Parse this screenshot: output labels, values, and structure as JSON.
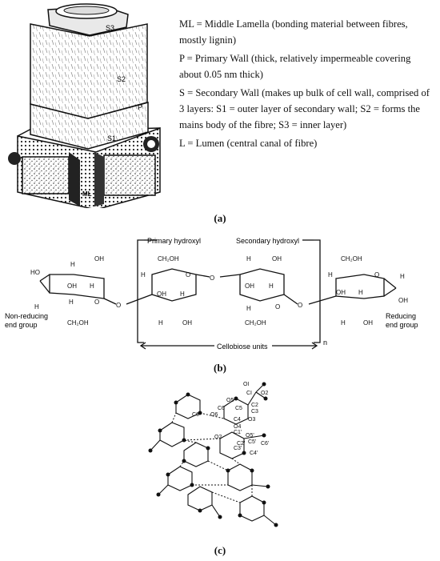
{
  "panel_a": {
    "caption": "(a)",
    "layer_labels": {
      "s3": "S3",
      "s2": "S2",
      "p": "P",
      "s1": "S1",
      "ml": "ML"
    },
    "legend": [
      "ML = Middle Lamella (bonding material between fibres, mostly lignin)",
      "P = Primary Wall (thick, relatively impermeable covering about 0.05 nm thick)",
      "S = Secondary Wall (makes up bulk of cell wall, comprised of 3 layers: S1 = outer layer of secondary wall; S2 = forms the mains body of the fibre; S3 = inner layer)",
      "L = Lumen (central canal of fibre)"
    ]
  },
  "panel_b": {
    "caption": "(b)",
    "primary_hydroxyl": "Primary hydroxyl",
    "secondary_hydroxyl": "Secondary hydroxyl",
    "non_reducing": [
      "Non-reducing",
      "end group"
    ],
    "reducing": [
      "Reducing",
      "end group"
    ],
    "cellobiose": "Cellobiose units",
    "repeat_n": "n",
    "atoms": {
      "H": "H",
      "OH": "OH",
      "HO": "HO",
      "O": "O",
      "CH2OH": "CH₂OH"
    }
  },
  "panel_c": {
    "caption": "(c)",
    "labels": {
      "O1": "OI",
      "C1": "CI",
      "O2a": "O2",
      "O5": "O5",
      "C6": "C6",
      "C5": "C5",
      "C2": "C2",
      "C3": "C3",
      "C6pp": "C6”",
      "O6": "O6",
      "C4": "C4",
      "O3": "O3",
      "O4": "O4",
      "C1p": "C1'",
      "O2b": "O2",
      "O5p": "O5'",
      "C2p": "C2'",
      "C5p": "C5'",
      "C6p": "C6'",
      "C3p": "C3'",
      "C4p": "C4'"
    }
  }
}
